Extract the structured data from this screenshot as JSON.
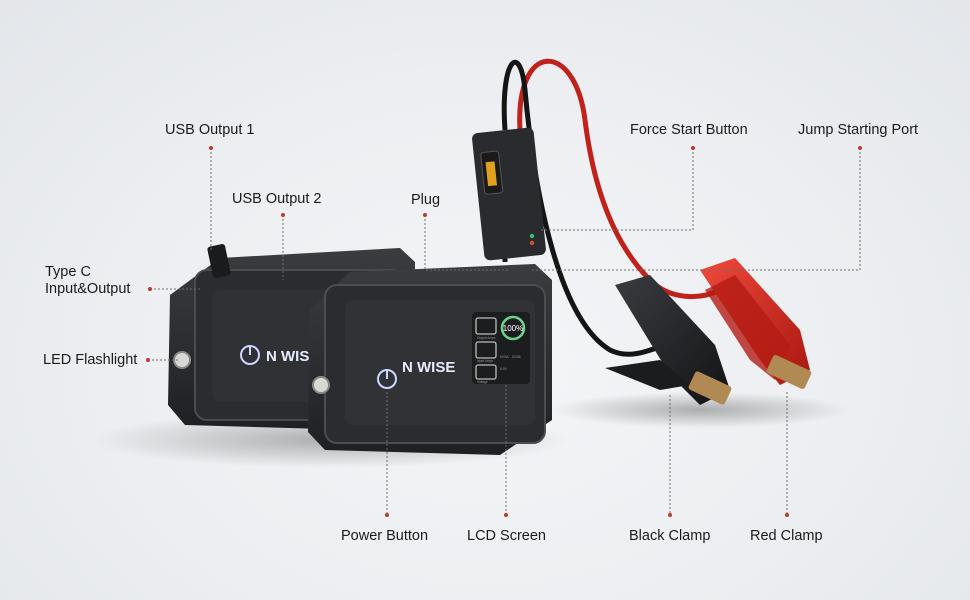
{
  "brand": {
    "logo_text": "N WISE"
  },
  "lcd": {
    "percent": "100%",
    "small_labels": [
      "Output Amps",
      "Input Amps",
      "Voltage",
      "5V/3A",
      "5V/3A",
      "5-9V"
    ]
  },
  "callouts": {
    "usb_output_1": "USB Output 1",
    "usb_output_2": "USB Output 2",
    "type_c": "Type C\nInput&Output",
    "led_flashlight": "LED Flashlight",
    "plug": "Plug",
    "force_start_button": "Force Start Button",
    "jump_starting_port": "Jump Starting Port",
    "power_button": "Power Button",
    "lcd_screen": "LCD Screen",
    "black_clamp": "Black Clamp",
    "red_clamp": "Red Clamp"
  },
  "colors": {
    "leader_line": "#6d6d6d",
    "leader_dot": "#c0392b",
    "device_body": "#2b2d30",
    "clamp_red": "#d6281f",
    "clamp_black": "#1e1f21",
    "lcd_green": "#6bd38a"
  }
}
